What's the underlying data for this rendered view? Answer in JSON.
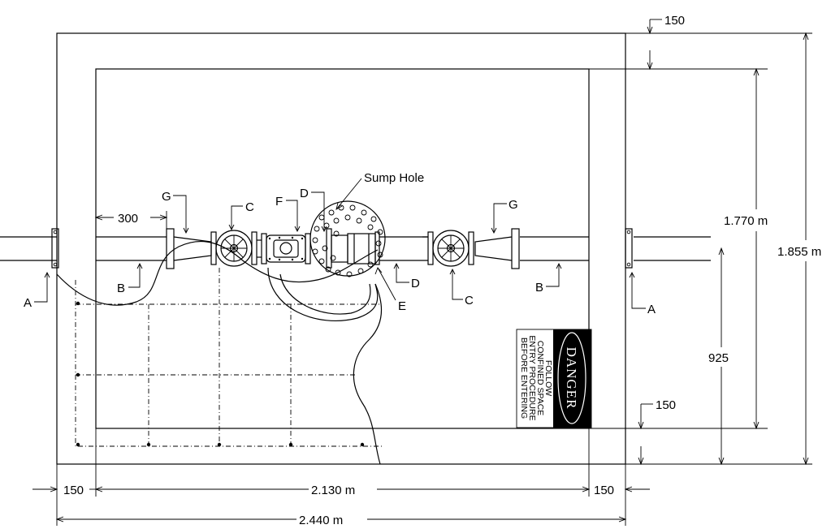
{
  "labels": {
    "sump_hole": "Sump Hole",
    "A": "A",
    "B": "B",
    "C": "C",
    "D": "D",
    "E": "E",
    "F": "F",
    "G": "G"
  },
  "dimensions": {
    "top_offset": "150",
    "inner_height": "1.770 m",
    "outer_height": "1.855 m",
    "half_height": "925",
    "bottom_offset": "150",
    "left_margin": "150",
    "inner_width": "2.130 m",
    "right_margin": "150",
    "outer_width": "2.440 m",
    "pipe_offset": "300"
  },
  "sign": {
    "title": "DANGER",
    "lines": [
      "FOLLOW",
      "CONFINED SPACE",
      "ENTRY PROCEDURE",
      "BEFORE ENTERING"
    ]
  }
}
